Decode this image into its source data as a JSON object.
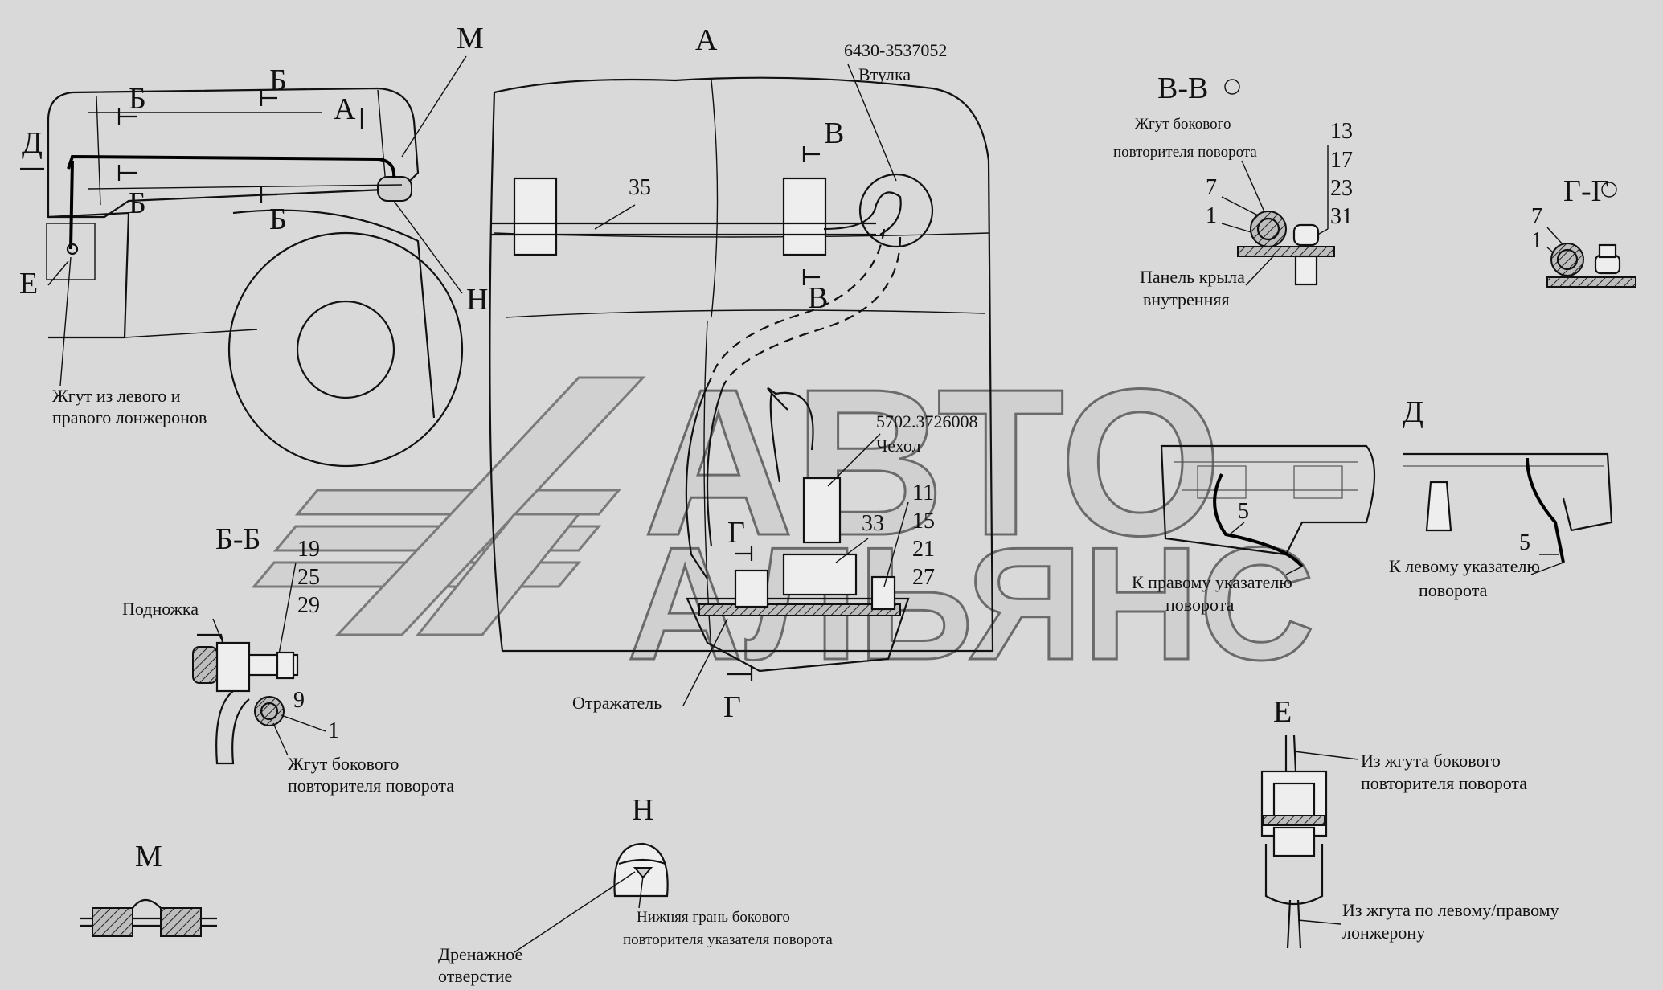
{
  "views": {
    "A": "А",
    "M": "М",
    "N": "Н",
    "E": "Е",
    "D": "Д",
    "B": "Б",
    "V": "В",
    "G": "Г",
    "BB": "Б-Б",
    "VV": "В-В",
    "GG": "Г-Г"
  },
  "parts": {
    "bushing_code": "6430-3537052",
    "bushing": "Втулка",
    "cover_code": "5702.3726008",
    "cover": "Чехол",
    "reflector": "Отражатель",
    "footstep": "Подножка"
  },
  "callouts": {
    "harness_spars_1": "Жгут из левого и",
    "harness_spars_2": "правого лонжеронов",
    "side_rep_harness_1": "Жгут бокового",
    "side_rep_harness_2": "повторителя поворота",
    "inner_panel_1": "Панель крыла",
    "inner_panel_2": "внутренняя",
    "to_right_1": "К правому указателю",
    "to_right_2": "поворота",
    "to_left_1": "К левому указателю",
    "to_left_2": "поворота",
    "from_side_1": "Из жгута бокового",
    "from_side_2": "повторителя поворота",
    "from_spar_1": "Из жгута по левому/правому",
    "from_spar_2": "лонжерону",
    "lower_edge_1": "Нижняя грань бокового",
    "lower_edge_2": "повторителя указателя поворота",
    "drain_1": "Дренажное",
    "drain_2": "отверстие"
  },
  "numbers": {
    "n35": "35",
    "n33": "33",
    "n11": "11",
    "n15": "15",
    "n21": "21",
    "n27": "27",
    "n19": "19",
    "n25": "25",
    "n29": "29",
    "n9": "9",
    "n1": "1",
    "n7": "7",
    "n13": "13",
    "n17": "17",
    "n23": "23",
    "n31": "31",
    "n5": "5"
  },
  "watermark": {
    "line1": "АВТО",
    "line2": "АЛЬЯНС"
  }
}
